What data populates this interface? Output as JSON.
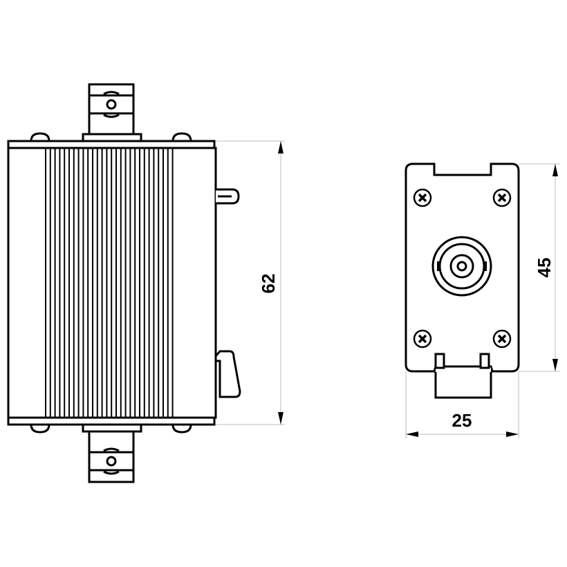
{
  "dimensions": {
    "side_height": "62",
    "front_height": "45",
    "front_width": "25"
  },
  "colors": {
    "line": "#000000",
    "dimension_line": "#bbbbbb",
    "background": "#ffffff"
  }
}
